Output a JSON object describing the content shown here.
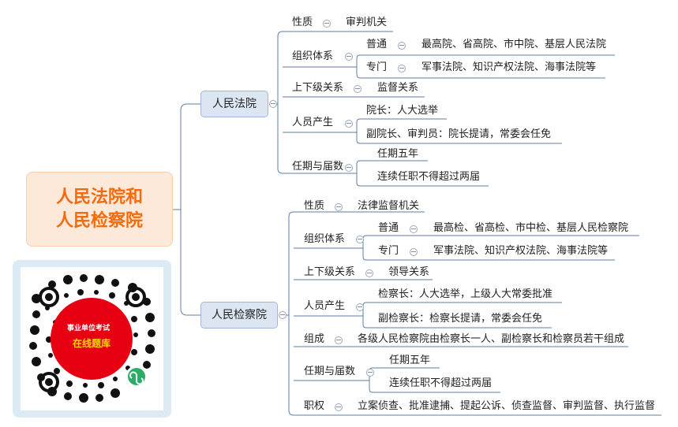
{
  "root": {
    "line1": "人民法院和",
    "line2": "人民检察院"
  },
  "court": {
    "label": "人民法院",
    "nature": {
      "label": "性质",
      "value": "审判机关"
    },
    "org": {
      "label": "组织体系",
      "normal": {
        "label": "普通",
        "value": "最高院、省高院、市中院、基层人民法院"
      },
      "special": {
        "label": "专门",
        "value": "军事法院、知识产权法院、海事法院等"
      }
    },
    "relation": {
      "label": "上下级关系",
      "value": "监督关系"
    },
    "personnel": {
      "label": "人员产生",
      "items": [
        "院长：人大选举",
        "副院长、审判员：院长提请，常委会任免"
      ]
    },
    "term": {
      "label": "任期与届数",
      "items": [
        "任期五年",
        "连续任职不得超过两届"
      ]
    }
  },
  "procuratorate": {
    "label": "人民检察院",
    "nature": {
      "label": "性质",
      "value": "法律监督机关"
    },
    "org": {
      "label": "组织体系",
      "normal": {
        "label": "普通",
        "value": "最高检、省高检、市中检、基层人民检察院"
      },
      "special": {
        "label": "专门",
        "value": "军事法院、知识产权法院、海事法院等"
      }
    },
    "relation": {
      "label": "上下级关系",
      "value": "领导关系"
    },
    "personnel": {
      "label": "人员产生",
      "items": [
        "检察长：人大选举，上级人大常委批准",
        "副检察长：检察长提请，常委会任免"
      ]
    },
    "composition": {
      "label": "组成",
      "value": "各级人民检察院由检察长一人、副检察长和检察员若干组成"
    },
    "term": {
      "label": "任期与届数",
      "items": [
        "任期五年",
        "连续任职不得超过两届"
      ]
    },
    "duty": {
      "label": "职权",
      "value": "立案侦查、批准逮捕、提起公诉、侦查监督、审判监督、执行监督"
    }
  },
  "qr": {
    "line1": "事业单位考试",
    "line2": "在线题库"
  },
  "colors": {
    "root_text": "#f26b0f",
    "root_fill": "#fde9d9",
    "branch_fill": "#dce6f2",
    "line": "#5d7fa8",
    "qr_center": "#e60012"
  }
}
